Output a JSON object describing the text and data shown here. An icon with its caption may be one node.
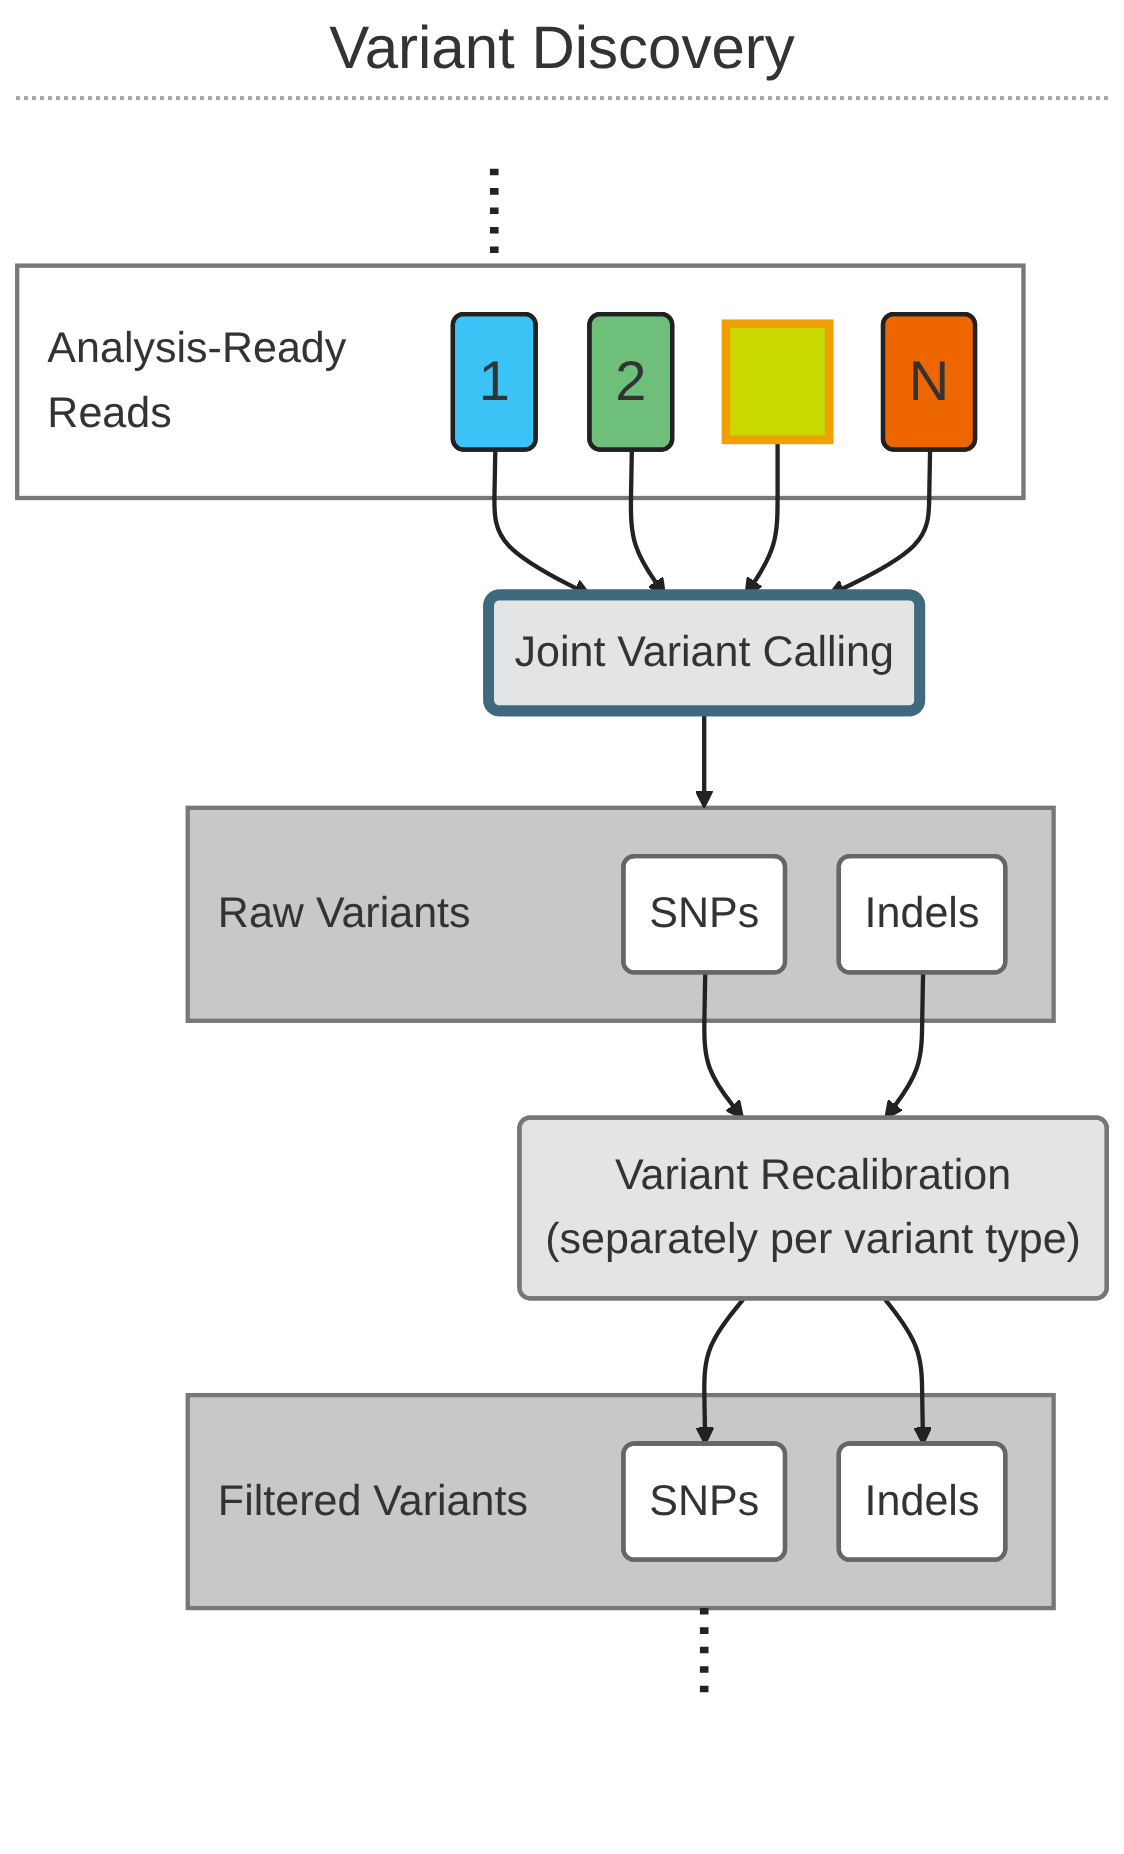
{
  "diagram": {
    "title": "Variant Discovery",
    "nodes": [
      {
        "text": [
          "Analysis-Ready",
          "Reads"
        ]
      },
      {
        "text": [
          "1"
        ],
        "in": 0
      },
      {
        "text": [
          "2"
        ],
        "in": 0
      },
      {
        "text": [],
        "shape": "box",
        "in": 0
      },
      {
        "text": [
          "N"
        ],
        "in": 0
      },
      {
        "text": [
          "Joint Variant Calling"
        ]
      },
      {
        "text": [
          "Raw Variants"
        ]
      },
      {
        "text": [
          "SNPs"
        ],
        "in": 6
      },
      {
        "text": [
          "Indels"
        ],
        "in": 6
      },
      {
        "text": [
          "Variant Recalibration",
          "(separately per variant type)"
        ]
      },
      {
        "text": [
          "Filtered Variants"
        ]
      },
      {
        "text": [
          "SNPs"
        ],
        "in": 10
      },
      {
        "text": [
          "Indels"
        ],
        "in": 10
      }
    ],
    "edges": [
      {
        "from": null,
        "to": 0,
        "arrow": "none",
        "style": "dashed"
      },
      {
        "from": 1,
        "to": 5,
        "arrow": "to"
      },
      {
        "from": 2,
        "to": 5,
        "arrow": "to"
      },
      {
        "from": 3,
        "to": 5,
        "arrow": "to"
      },
      {
        "from": 4,
        "to": 5,
        "arrow": "to"
      },
      {
        "from": 5,
        "to": 6,
        "arrow": "to"
      },
      {
        "from": 7,
        "to": 9,
        "arrow": "to"
      },
      {
        "from": 8,
        "to": 9,
        "arrow": "to"
      },
      {
        "from": 9,
        "to": 11,
        "arrow": "to"
      },
      {
        "from": 9,
        "to": 12,
        "arrow": "to"
      },
      {
        "from": 10,
        "to": null,
        "arrow": "none",
        "style": "dashed"
      }
    ]
  }
}
